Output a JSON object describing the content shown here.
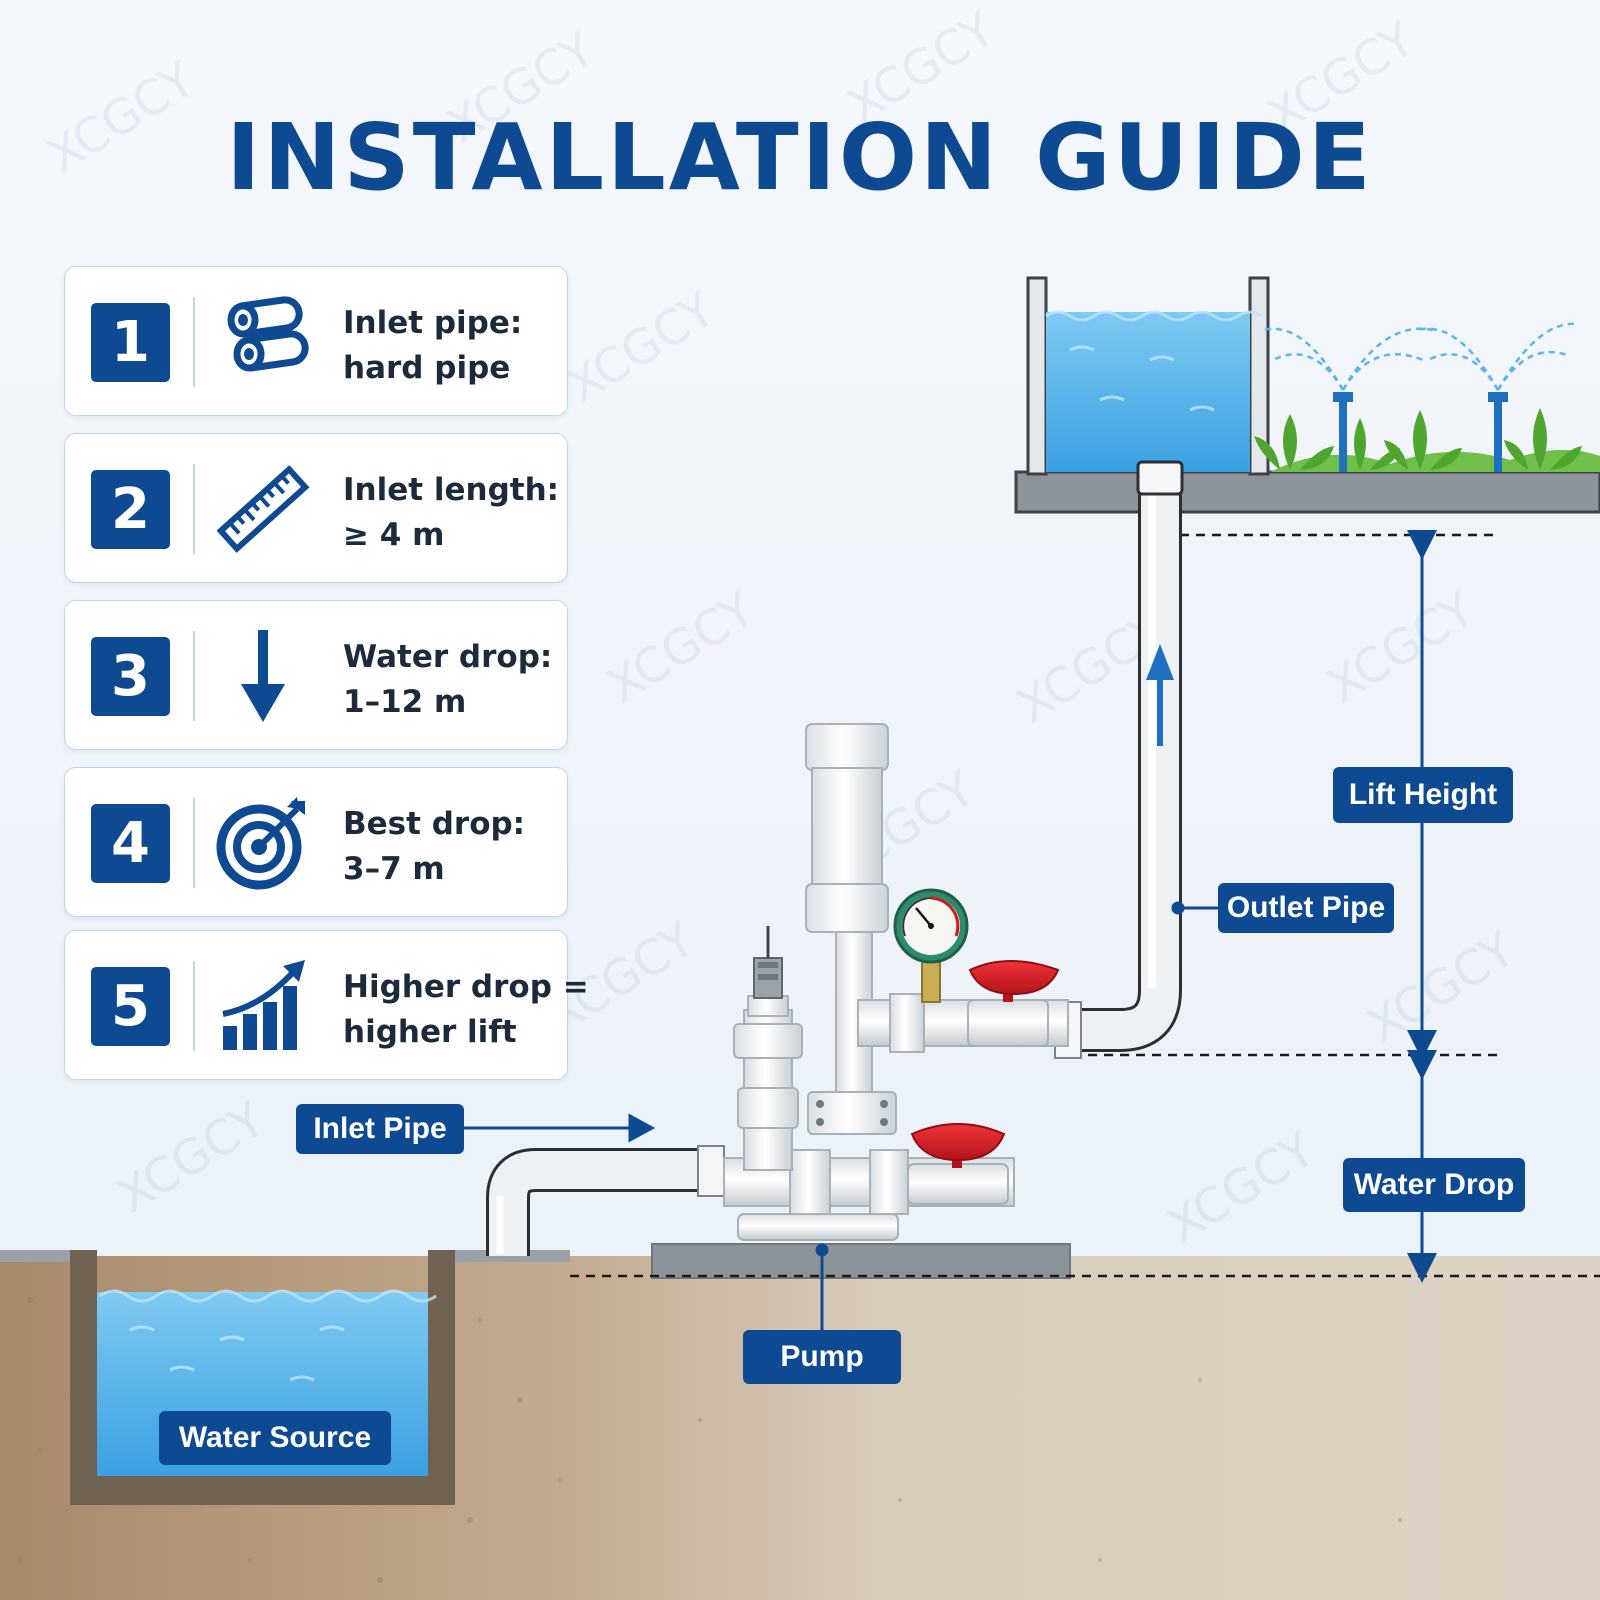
{
  "title": "INSTALLATION GUIDE",
  "watermark": "XCGCY",
  "steps": [
    {
      "number": "1",
      "icon": "pipes-icon",
      "line1": "Inlet pipe:",
      "line2": "hard pipe"
    },
    {
      "number": "2",
      "icon": "ruler-icon",
      "line1": "Inlet length:",
      "line2": "≥ 4 m"
    },
    {
      "number": "3",
      "icon": "arrow-down-icon",
      "line1": "Water drop:",
      "line2": "1–12 m"
    },
    {
      "number": "4",
      "icon": "target-icon",
      "line1": "Best drop:",
      "line2": "3–7 m"
    },
    {
      "number": "5",
      "icon": "bar-chart-rising-icon",
      "line1": "Higher drop =",
      "line2": "higher lift"
    }
  ],
  "labels": {
    "lift_height": "Lift Height",
    "outlet_pipe": "Outlet Pipe",
    "water_drop": "Water Drop",
    "inlet_pipe": "Inlet Pipe",
    "pump": "Pump",
    "water_source": "Water Source"
  },
  "colors": {
    "brand_blue": "#0e4a91",
    "water": "#4aaee8",
    "soil": "#cfc1aa",
    "valve_red": "#d4161c",
    "slab": "#8c939a",
    "plant_green": "#56b03a"
  }
}
